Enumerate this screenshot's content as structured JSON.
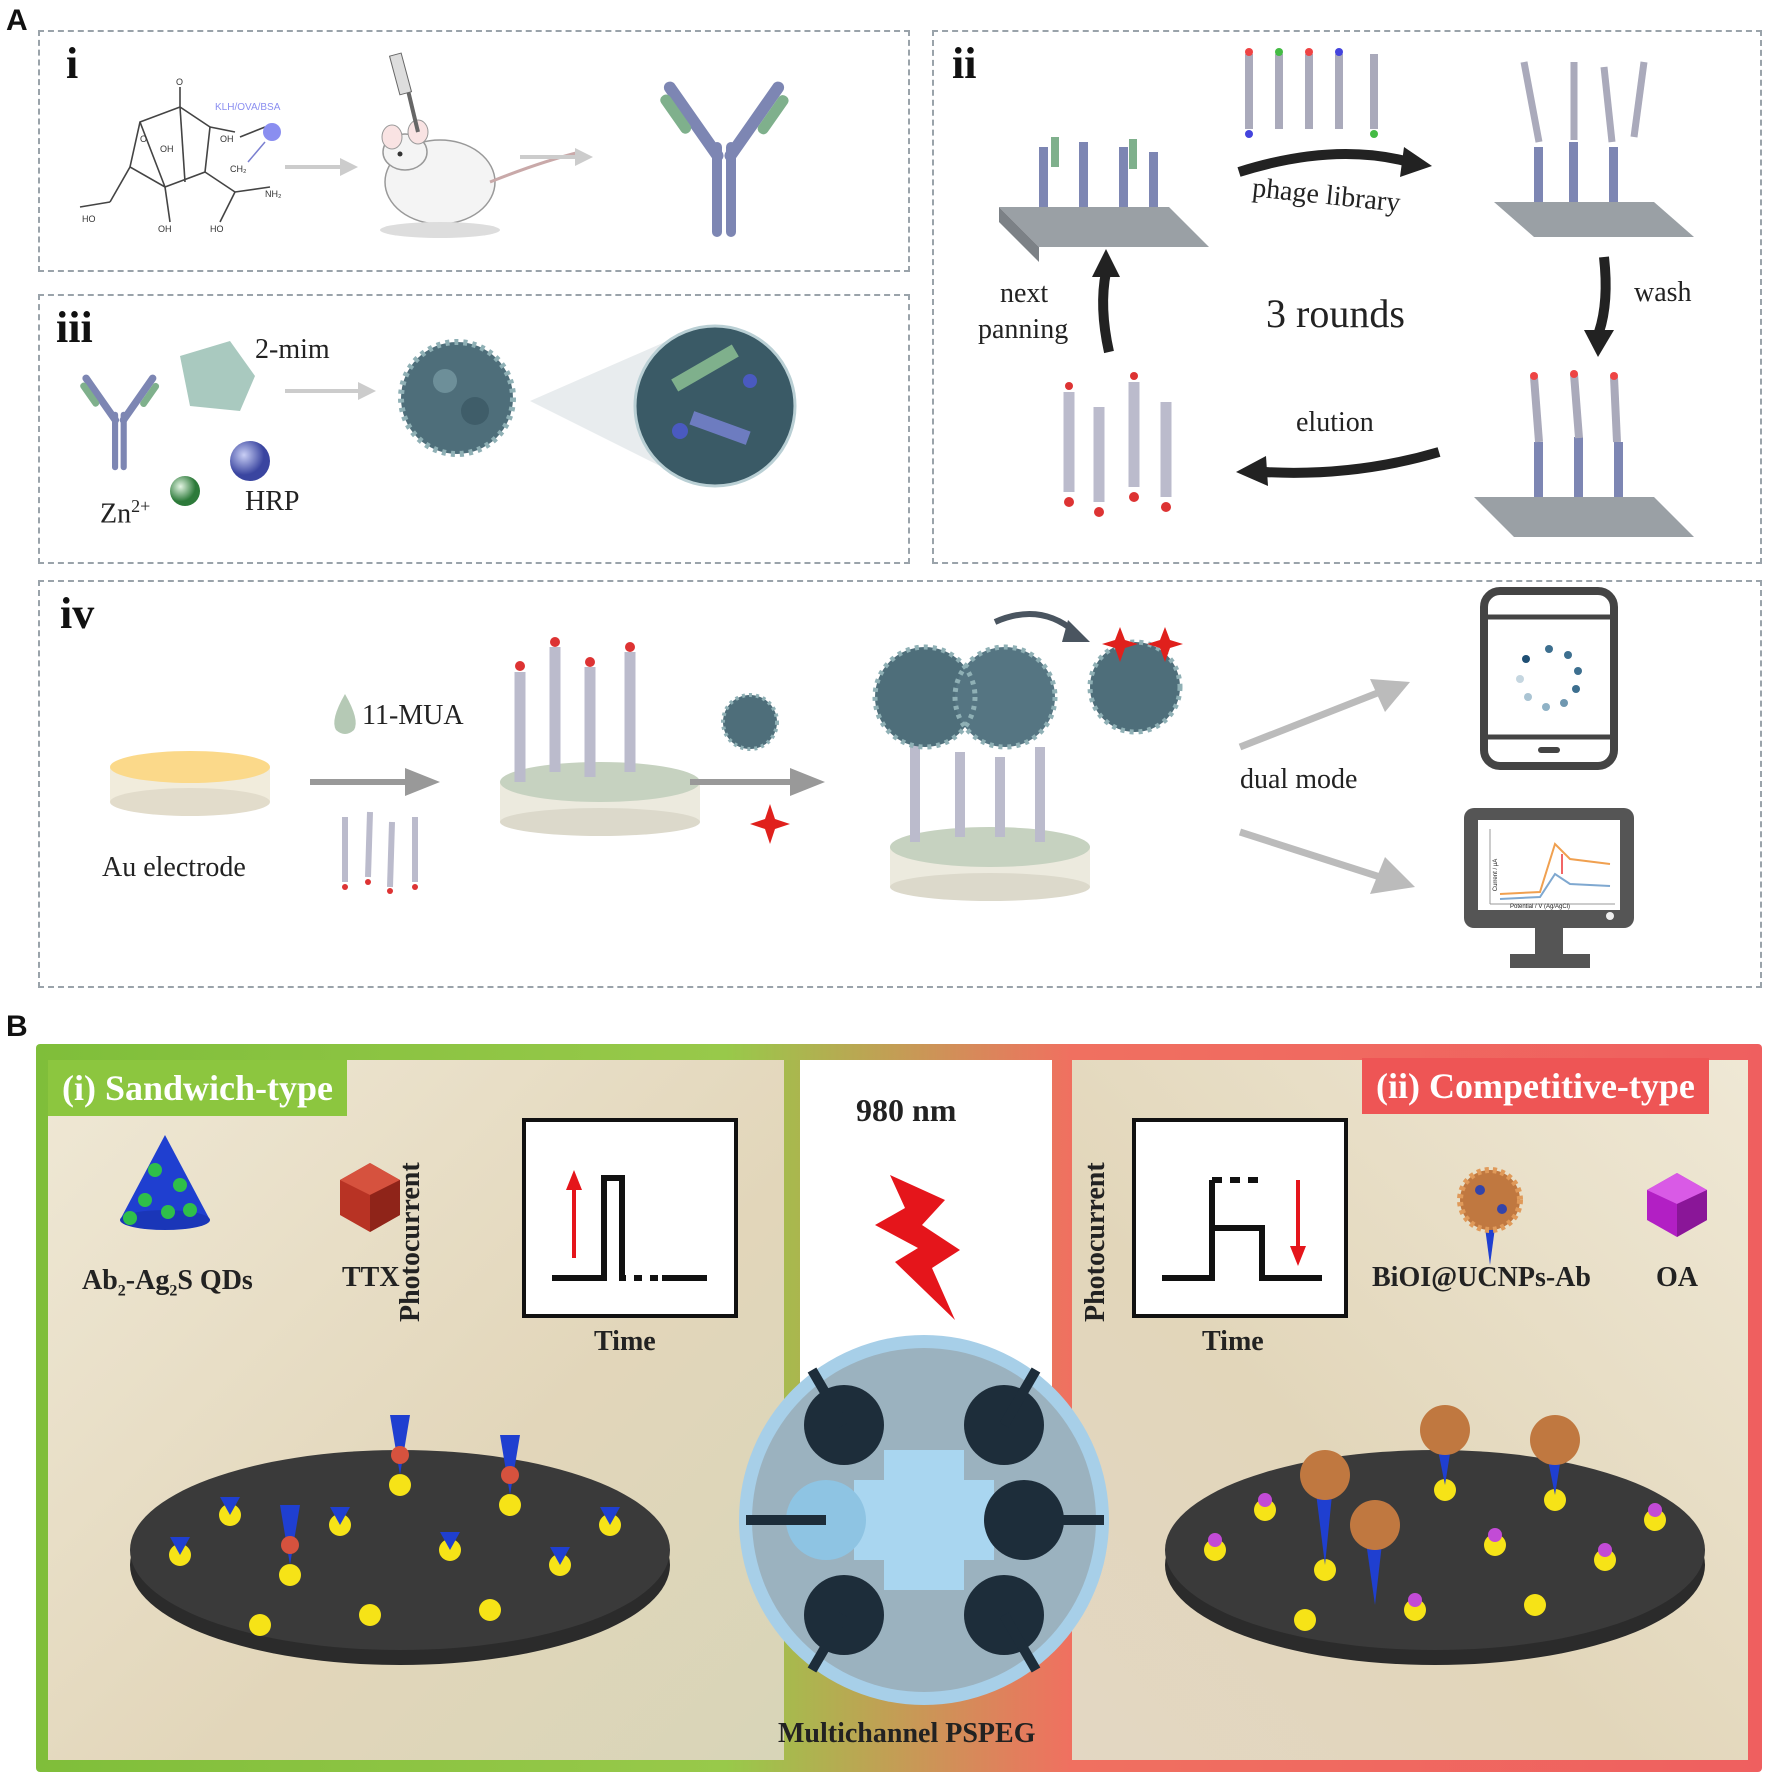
{
  "figure": {
    "panel_a_letter": "A",
    "panel_b_letter": "B"
  },
  "panel_i": {
    "numeral": "i",
    "hapten_label": "KLH/OVA/BSA"
  },
  "panel_ii": {
    "numeral": "ii",
    "phage_library": "phage library",
    "wash": "wash",
    "rounds": "3 rounds",
    "next_panning_1": "next",
    "next_panning_2": "panning",
    "elution": "elution"
  },
  "panel_iii": {
    "numeral": "iii",
    "mim": "2-mim",
    "zn": "Zn",
    "zn_sup": "2+",
    "hrp": "HRP"
  },
  "panel_iv": {
    "numeral": "iv",
    "mua": "11-MUA",
    "au_electrode": "Au electrode",
    "dual_mode": "dual mode",
    "plot_ylabel": "Current / μA",
    "plot_xlabel": "Potential / V (Ag/AgCl)"
  },
  "panel_b": {
    "sandwich_title": "(i) Sandwich-type",
    "competitive_title": "(ii) Competitive-type",
    "wavelength": "980 nm",
    "left_legend_1_a": "Ab",
    "left_legend_1_sub1": "2",
    "left_legend_1_b": "-Ag",
    "left_legend_1_sub2": "2",
    "left_legend_1_c": "S QDs",
    "left_legend_2": "TTX",
    "right_legend_1": "BiOI@UCNPs-Ab",
    "right_legend_2": "OA",
    "photocurrent": "Photocurrent",
    "time": "Time",
    "device": "Multichannel  PSPEG"
  },
  "colors": {
    "antibody_blue": "#7d86b3",
    "antibody_green": "#7fb08c",
    "sandwich_green": "#8cc63f",
    "competitive_red": "#f05a5a",
    "nanoflower": "#4e6e7a",
    "star_red": "#e0201c"
  }
}
